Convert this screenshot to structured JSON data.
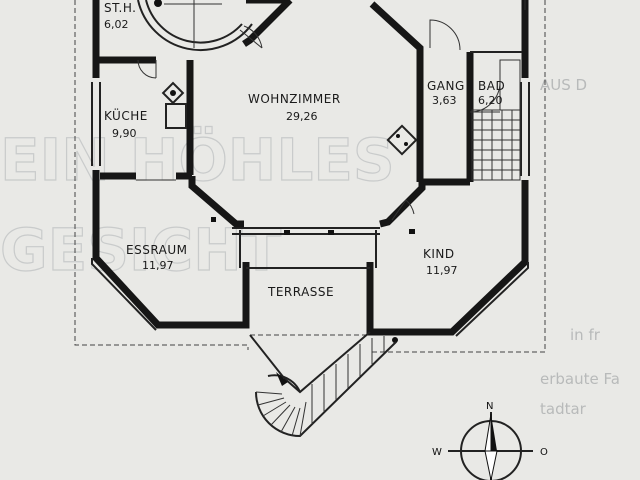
{
  "rooms": {
    "st_h": {
      "name": "ST.H.",
      "area": "6,02"
    },
    "kueche": {
      "name": "KÜCHE",
      "area": "9,90"
    },
    "wohnzimmer": {
      "name": "WOHNZIMMER",
      "area": "29,26"
    },
    "gang": {
      "name": "GANG",
      "area": "3,63"
    },
    "bad": {
      "name": "BAD",
      "area": "6,20"
    },
    "essraum": {
      "name": "ESSRAUM",
      "area": "11,97"
    },
    "kind": {
      "name": "KIND",
      "area": "11,97"
    },
    "terrasse": {
      "name": "TERRASSE"
    }
  },
  "compass": {
    "n": "N",
    "w": "W",
    "o": "O"
  },
  "background_text": {
    "big_lines": [
      "EIN HÖHLES",
      "GESICHT"
    ],
    "small_lines": [
      "AUS D",
      "in fr",
      "erbaute Fa",
      "tadtar"
    ]
  },
  "colors": {
    "paper": "#e9e9e6",
    "ink": "#161616",
    "ghost": "#c9cbcb"
  }
}
